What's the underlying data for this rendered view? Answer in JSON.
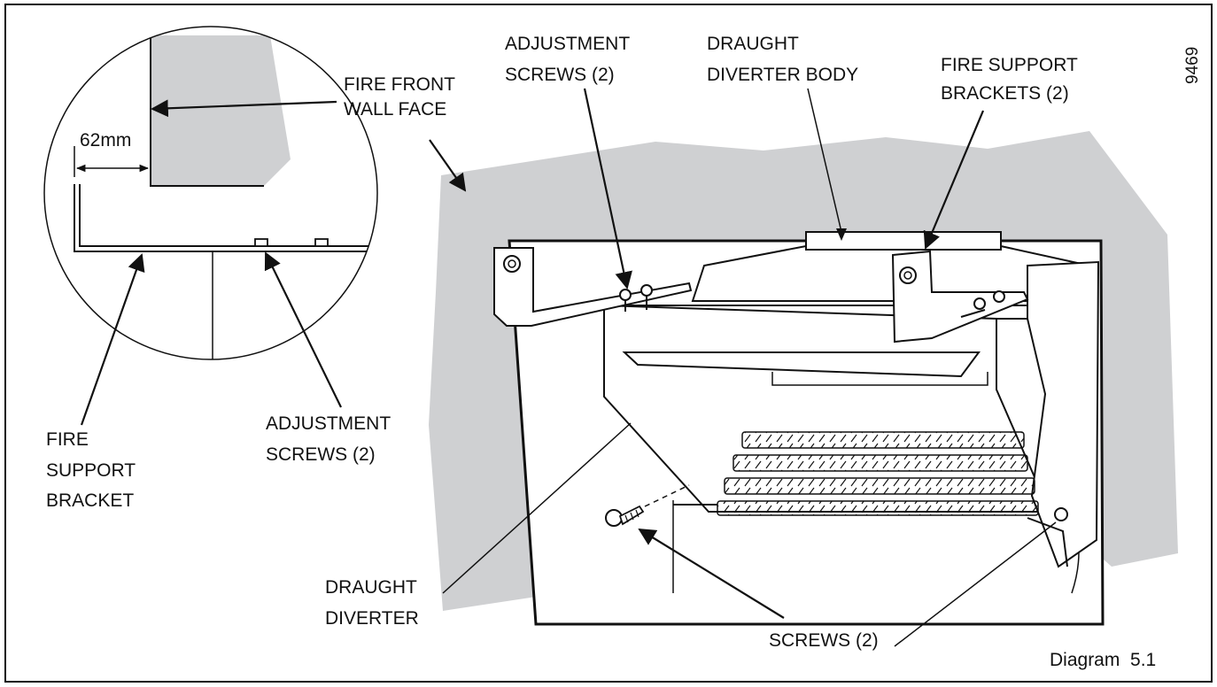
{
  "figure_number": "9469",
  "caption": "Diagram  5.1",
  "colors": {
    "wall_grey": "#cfd0d2",
    "line": "#111111",
    "background": "#ffffff"
  },
  "inset": {
    "dimension": "62mm",
    "labels": {
      "fire_front_wall_face": [
        "FIRE FRONT",
        "WALL FACE"
      ],
      "fire_support_bracket": [
        "FIRE",
        "SUPPORT",
        "BRACKET"
      ],
      "adjustment_screws": [
        "ADJUSTMENT",
        "SCREWS (2)"
      ]
    }
  },
  "main": {
    "labels": {
      "adjustment_screws": [
        "ADJUSTMENT",
        "SCREWS (2)"
      ],
      "draught_diverter_body": [
        "DRAUGHT",
        "DIVERTER BODY"
      ],
      "fire_support_brackets": [
        "FIRE SUPPORT",
        "BRACKETS (2)"
      ],
      "draught_diverter": [
        "DRAUGHT",
        "DIVERTER"
      ],
      "screws": "SCREWS (2)"
    }
  }
}
